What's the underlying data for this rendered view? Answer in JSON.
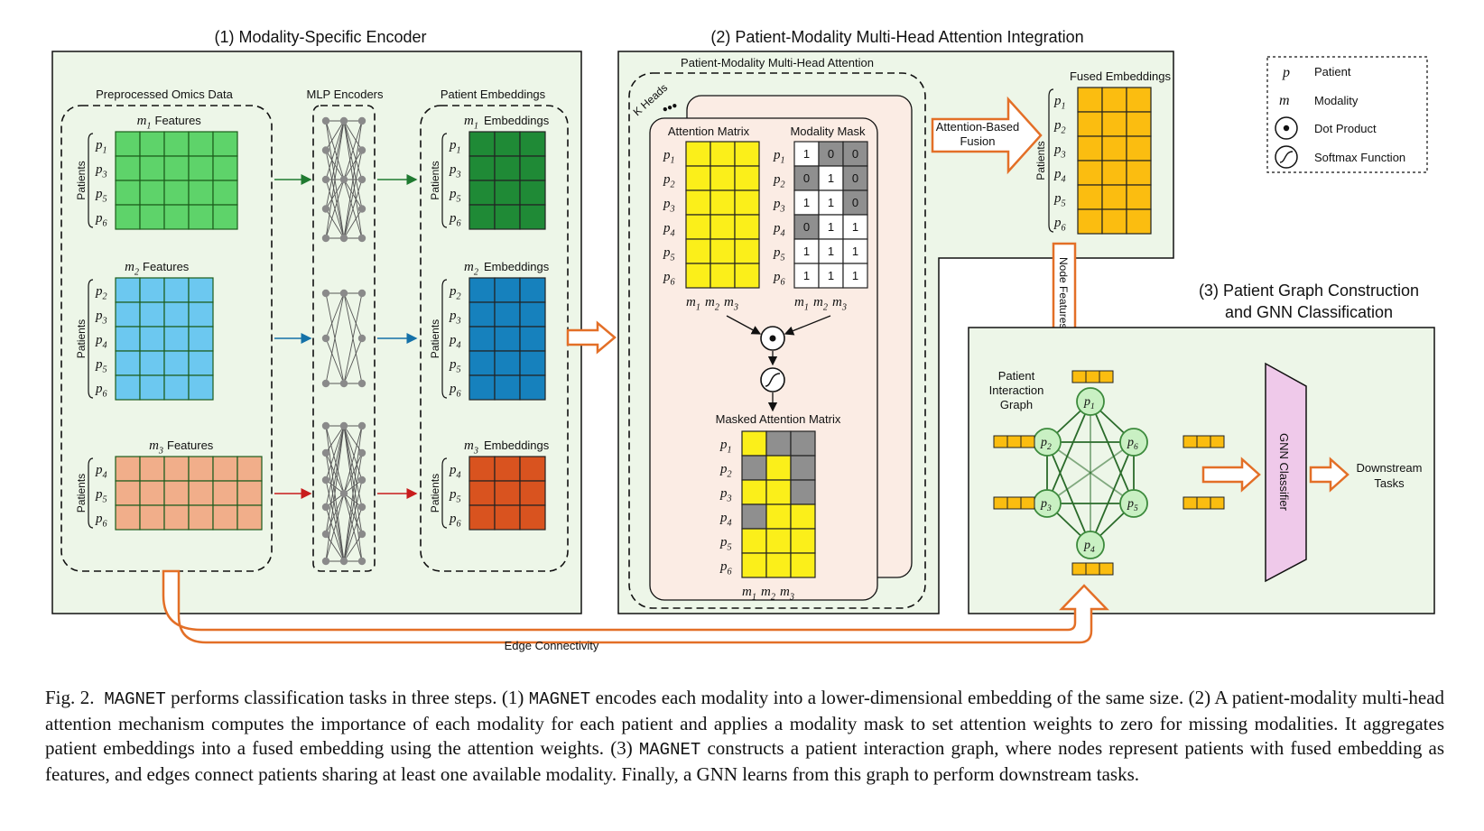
{
  "colors": {
    "panel_bg": "#edf6e8",
    "m1_features": "#5ed36a",
    "m2_features": "#6cc8f0",
    "m3_features": "#f1ae8a",
    "m1_embed": "#1f8a36",
    "m2_embed": "#1681bd",
    "m3_embed": "#d9531f",
    "attention_yellow": "#fbef1a",
    "mask_gray": "#8f8f8f",
    "fused_orange": "#fbbd10",
    "arrow_orange": "#e36f27",
    "head_card": "#fbece4",
    "node_green": "#c9f0c3",
    "node_stroke": "#3c8a3c",
    "gnn_pink": "#efc9ea"
  },
  "section1": {
    "title": "(1) Modality-Specific Encoder",
    "omics_title": "Preprocessed Omics Data",
    "mlp_title": "MLP Encoders",
    "embed_title": "Patient Embeddings",
    "patients_label": "Patients",
    "features_word": "Features",
    "embeddings_word": "Embeddings",
    "modalities": [
      {
        "m": "m",
        "sub": "1",
        "patients": [
          "p",
          "p",
          "p",
          "p"
        ],
        "patient_subs": [
          "1",
          "3",
          "5",
          "6"
        ]
      },
      {
        "m": "m",
        "sub": "2",
        "patients": [
          "p",
          "p",
          "p",
          "p",
          "p"
        ],
        "patient_subs": [
          "2",
          "3",
          "4",
          "5",
          "6"
        ]
      },
      {
        "m": "m",
        "sub": "3",
        "patients": [
          "p",
          "p",
          "p"
        ],
        "patient_subs": [
          "4",
          "5",
          "6"
        ]
      }
    ]
  },
  "section2": {
    "title": "(2) Patient-Modality Multi-Head Attention Integration",
    "mha_title": "Patient-Modality Multi-Head Attention",
    "k_heads": "K Heads",
    "attention_matrix": "Attention Matrix",
    "modality_mask": "Modality Mask",
    "masked_title": "Masked Attention Matrix",
    "patient_subs": [
      "1",
      "2",
      "3",
      "4",
      "5",
      "6"
    ],
    "mod_subs": [
      "1",
      "2",
      "3"
    ],
    "mask": [
      [
        1,
        0,
        0
      ],
      [
        0,
        1,
        0
      ],
      [
        1,
        1,
        0
      ],
      [
        0,
        1,
        1
      ],
      [
        1,
        1,
        1
      ],
      [
        1,
        1,
        1
      ]
    ],
    "fusion_label_1": "Attention-Based",
    "fusion_label_2": "Fusion",
    "fused_title": "Fused Embeddings",
    "node_features": "Node Features"
  },
  "legend": [
    {
      "symbol": "p",
      "label": "Patient"
    },
    {
      "symbol": "m",
      "label": "Modality"
    },
    {
      "symbol": "dot",
      "label": "Dot Product"
    },
    {
      "symbol": "softmax",
      "label": "Softmax Function"
    }
  ],
  "section3": {
    "title_1": "(3) Patient Graph Construction",
    "title_2": "and GNN Classification",
    "graph_label_1": "Patient",
    "graph_label_2": "Interaction",
    "graph_label_3": "Graph",
    "nodes": [
      {
        "id": "1",
        "label": "p"
      },
      {
        "id": "6",
        "label": "p"
      },
      {
        "id": "5",
        "label": "p"
      },
      {
        "id": "4",
        "label": "p"
      },
      {
        "id": "3",
        "label": "p"
      },
      {
        "id": "2",
        "label": "p"
      }
    ],
    "gnn": "GNN Classifier",
    "downstream_1": "Downstream",
    "downstream_2": "Tasks"
  },
  "edge_connectivity": "Edge Connectivity",
  "caption": {
    "fig": "Fig. 2.",
    "name": "MAGNET",
    "part1": " performs classification tasks in three steps. (1) ",
    "part2": " encodes each modality into a lower-dimensional embedding of the same size. (2) A patient-modality multi-head attention mechanism computes the importance of each modality for each patient and applies a modality mask to set attention weights to zero for missing modalities. It aggregates patient embeddings into a fused embedding using the attention weights. (3) ",
    "part3": " constructs a patient interaction graph, where nodes represent patients with fused embedding as features, and edges connect patients sharing at least one available modality. Finally, a GNN learns from this graph to perform downstream tasks."
  }
}
